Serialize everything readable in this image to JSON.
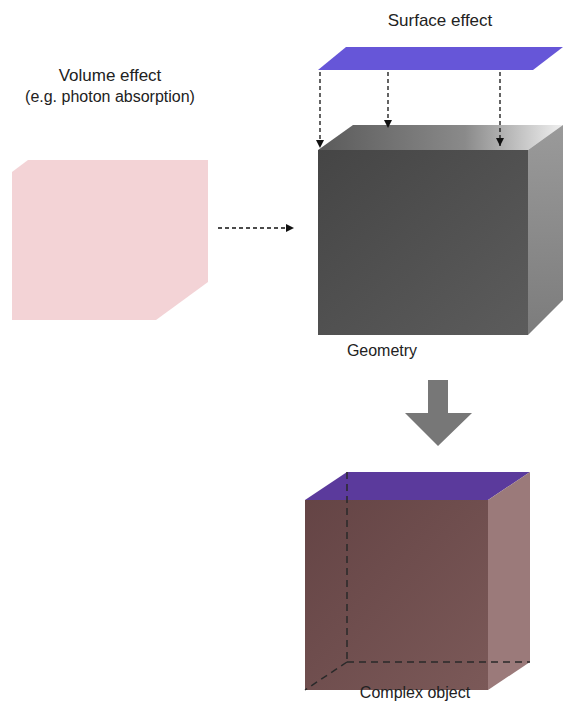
{
  "diagram": {
    "nodes": [
      {
        "text": [
          "Surface effect"
        ]
      },
      {
        "text": [
          "Volume effect",
          "(e.g. photon absorption)"
        ]
      },
      {
        "text": [
          "Geometry"
        ]
      },
      {
        "text": [
          "Complex object"
        ]
      }
    ],
    "edges": [
      {
        "from": 1,
        "to": 2,
        "arrow": "to"
      },
      {
        "from": 0,
        "to": 2,
        "arrow": "to"
      },
      {
        "from": 2,
        "to": 3,
        "arrow": "to"
      }
    ]
  }
}
